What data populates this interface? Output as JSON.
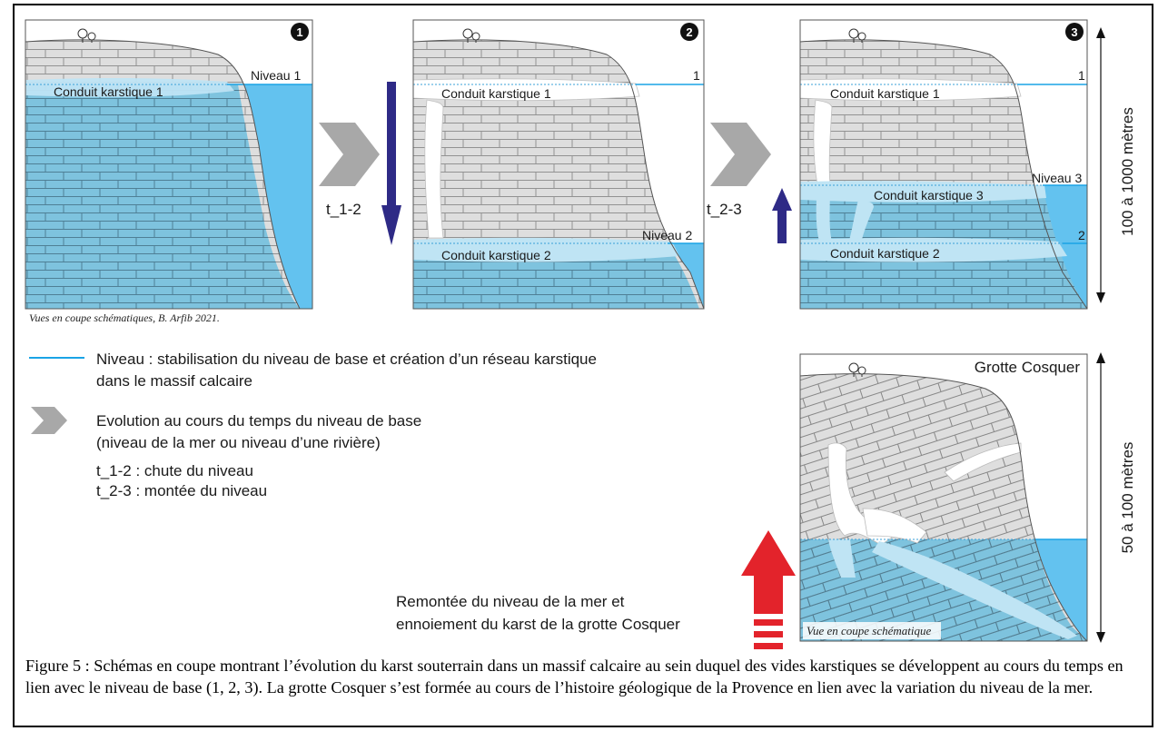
{
  "panels": [
    {
      "number": "1",
      "conduits": [
        "Conduit karstique 1"
      ],
      "levels": [
        "Niveau 1"
      ]
    },
    {
      "number": "2",
      "conduits": [
        "Conduit karstique 1",
        "Conduit karstique 2"
      ],
      "levels": [
        "1",
        "Niveau 2"
      ]
    },
    {
      "number": "3",
      "conduits": [
        "Conduit karstique 1",
        "Conduit karstique 3",
        "Conduit karstique 2"
      ],
      "levels": [
        "1",
        "Niveau 3",
        "2"
      ]
    }
  ],
  "transitions": [
    "t_1-2",
    "t_2-3"
  ],
  "scale_labels": {
    "top": "100 à 1000 mètres",
    "bottom": "50 à 100 mètres"
  },
  "credit": "Vues en coupe schématiques, B. Arfib 2021.",
  "legend": {
    "level_line_1": "Niveau  : stabilisation du niveau de base et création d’un réseau karstique",
    "level_line_2": "dans le massif calcaire",
    "evolution_line_1": "Evolution au cours du temps du niveau de base",
    "evolution_line_2": "(niveau de la mer ou niveau d’une rivière)",
    "t12": "t_1-2 : chute du niveau",
    "t23": "t_2-3 : montée du niveau"
  },
  "cosquer": {
    "title": "Grotte Cosquer",
    "subtitle": "Vue en coupe schématique",
    "note_line_1": "Remontée du niveau de la mer et",
    "note_line_2": "ennoiement du karst de la grotte Cosquer"
  },
  "caption": "Figure 5 : Schémas en coupe montrant l’évolution du karst souterrain dans un massif calcaire au sein duquel des vides karstiques se développent au cours du temps en lien avec le niveau de base (1, 2, 3). La grotte Cosquer s’est formée au cours de l’histoire géologique de la Provence en lien avec la variation du niveau de la mer.",
  "colors": {
    "rock": "#dedede",
    "rock_lines": "#8a8a8a",
    "flooded_rock": "#7ec3de",
    "sea": "#63c2ef",
    "level_line": "#1aa3e6",
    "conduit_water": "#bfe4f4",
    "arrow_blue": "#2e2a86",
    "chevron": "#a8a8a8",
    "arrow_red": "#e3232b"
  }
}
